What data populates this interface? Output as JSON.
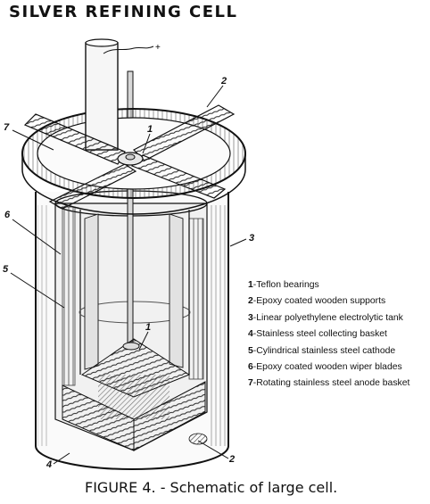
{
  "title": "SILVER REFINING CELL",
  "callouts": [
    "1",
    "2",
    "7",
    "6",
    "3",
    "5",
    "1",
    "4",
    "2"
  ],
  "legend": [
    {
      "num": "1",
      "text": "-Teflon bearings"
    },
    {
      "num": "2",
      "text": "-Epoxy coated wooden supports"
    },
    {
      "num": "3",
      "text": "-Linear polyethylene electrolytic tank"
    },
    {
      "num": "4",
      "text": "-Stainless steel collecting basket"
    },
    {
      "num": "5",
      "text": "-Cylindrical stainless steel cathode"
    },
    {
      "num": "6",
      "text": "-Epoxy coated wooden wiper blades"
    },
    {
      "num": "7",
      "text": "-Rotating stainless steel anode basket"
    }
  ],
  "terminal_sign": "+",
  "caption": "FIGURE 4. - Schematic of large cell."
}
